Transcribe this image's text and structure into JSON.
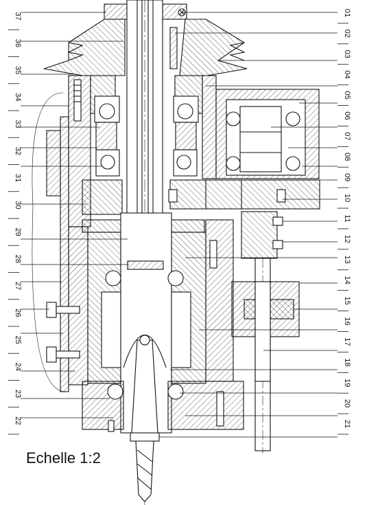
{
  "drawing": {
    "scale_caption": "Echelle  1:2",
    "left_labels": [
      "37",
      "36",
      "35",
      "34",
      "33",
      "32",
      "31",
      "30",
      "29",
      "28",
      "27",
      "26",
      "25",
      "24",
      "23",
      "22"
    ],
    "right_labels": [
      "01",
      "02",
      "03",
      "04",
      "05",
      "06",
      "07",
      "08",
      "09",
      "10",
      "11",
      "12",
      "13",
      "14",
      "15",
      "16",
      "17",
      "18",
      "19",
      "20",
      "21"
    ]
  }
}
